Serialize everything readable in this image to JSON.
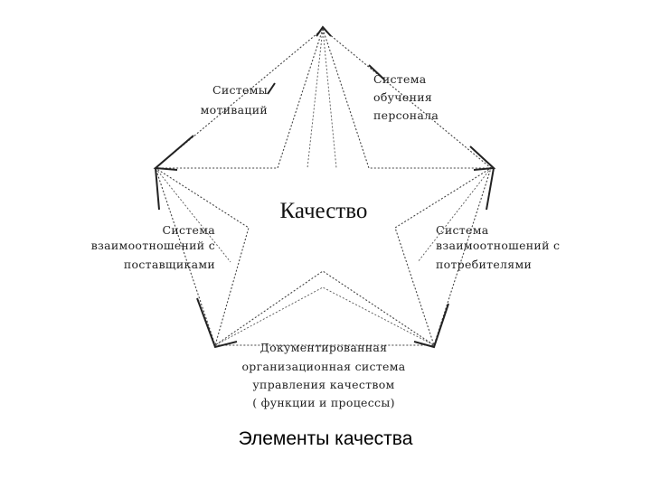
{
  "diagram": {
    "center_label": "Качество",
    "elements": [
      {
        "id": "motivation",
        "lines": [
          "Системы",
          "мотиваций"
        ]
      },
      {
        "id": "training",
        "lines": [
          "Система",
          "обучения",
          "персонала"
        ]
      },
      {
        "id": "suppliers",
        "lines": [
          "Система",
          "взаимоотношений с",
          "поставщиками"
        ]
      },
      {
        "id": "consumers",
        "lines": [
          "Система",
          "взаимоотношений с",
          "потребителями"
        ]
      },
      {
        "id": "documented",
        "lines": [
          "Документированная",
          "организационная система",
          "управления качеством",
          "( функции и процессы)"
        ]
      }
    ],
    "line_color": "#333333"
  },
  "caption": "Элементы качества"
}
